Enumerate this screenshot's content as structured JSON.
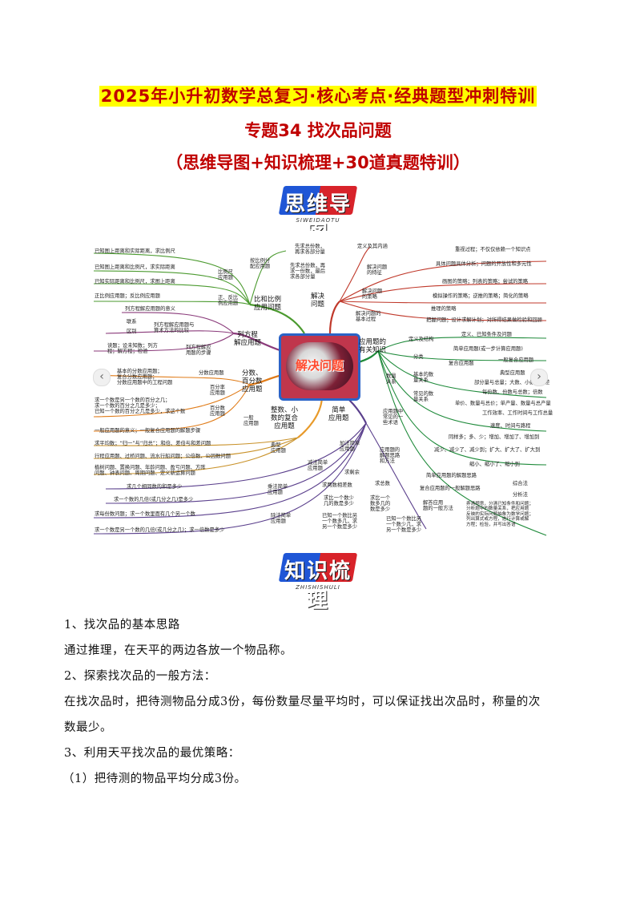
{
  "header": {
    "title": "2025年小升初数学总复习·核心考点·经典题型冲刺特训",
    "subtitle": "专题34 找次品问题",
    "subtitle2": "（思维导图+知识梳理+30道真题特训）"
  },
  "badges": {
    "mindmap": {
      "text": "思维导图",
      "sub": "SIWEIDAOTU"
    },
    "knowledge": {
      "text": "知识梳理",
      "sub": "ZHISHISHULI"
    }
  },
  "mindmap": {
    "center": "解决问题",
    "prev_icon": "‹",
    "next_icon": "›",
    "nodes": {
      "bili": "比和比例\n应用问题",
      "fangcheng": "列方程\n解应用题",
      "fenshu": "分数、\n百分数\n应用题",
      "zhengshu": "整数、小\n数的复合\n应用题",
      "jiandan": "简单\n应用题",
      "jiejue": "解决\n问题",
      "youguan": "应用题的\n有关知识",
      "anbili": "按比例分\n配应用题",
      "bilichi": "比例尺\n应用题",
      "zhengfan": "正、反比\n例应用题",
      "fenshuyy": "分数应用题",
      "baifenlv": "百分率\n应用题",
      "baifenshu": "百分数\n应用题",
      "yiban": "一般\n应用题",
      "dianxing": "典型\n应用题",
      "chengfa": "乘法简单\n应用题",
      "chufa": "除法简单\n应用题",
      "jianfa": "减法简单\n应用题",
      "jiafa": "加法简单\n应用题",
      "tezheng": "解决问题\n的特征",
      "celue": "解决问题\n的策略",
      "guocheng": "解决问题的\n基本过程",
      "fenlei": "分类",
      "shuliang": "数量\n关系",
      "shuyu": "应用题中\n常见的一\n些术语",
      "silu": "应用题的\n解题思路\n和方法"
    },
    "labels": {
      "l1": "已知图上距离和实际距离，求比例尺",
      "l2": "已知图上距离和比例尺，求实际距离",
      "l3": "已知实际距离和比例尺，求图上距离",
      "l4": "正比例应用题；反比例应用题",
      "l5": "列方程解应用题的意义",
      "l6": "联系",
      "l7": "区别",
      "l8": "列方程解应用题与\n算术方法的比较",
      "l9": "读题；设未知数；列方\n程；解方程；检验",
      "l10": "列方程解应\n用题的步骤",
      "l11": "基本的分数应用题；\n复合分数应用题；\n分数应用题中的工程问题",
      "l12": "求一个数是另一个数的百分之几；\n求一个数的百分之几是多少；\n已知一个数的百分之几是多少，求这个数",
      "l13": "一般应用题的意义；一般复合应用题的解题步骤",
      "l14": "求平均数；“归一”与“归总”；和倍、差倍与和差问题",
      "l15": "行程应用题、过桥问题、流水行船问题；公倍数、公因数问题",
      "l16": "植树问题、置换问题、年龄问题、盈亏问题、方阵\n问题、钟表问题、周期问题、定义新运算问题",
      "l17": "求几个相同数的和是多少",
      "l18": "求一个数的几倍(或几分之几)是多少",
      "l19": "求每份数问题；求一个数里面有几个另一个数",
      "l20": "求一个数是另一个数的几倍(或几分之几)；求一倍数是多少",
      "l21": "先求总份数，\n再求各部分量",
      "l22": "先求总份数，再\n求一份数，最后\n求各部分量",
      "l23": "定义及其内涵",
      "l24": "重视过程；不仅仅依赖一个知识点",
      "l25": "具体问题具体分析；问题的开放性和多元性",
      "l26": "画图的策略；列表的策略；尝试的策略",
      "l27": "模拟操作的策略；逆推的策略；简化的策略",
      "l28": "推理的策略",
      "l29": "把握问题；设计求解计划；对所得结果做检验和回顾",
      "l30": "定义及结构",
      "l31": "定义、已知条件及问题",
      "l32": "简单应用题(或一步计算应用题)",
      "l33": "复合应用题",
      "l34": "一般复合应用题",
      "l35": "典型应用题",
      "l36": "基本的数\n量关系",
      "l37": "部分量与总量；大数、小数与相差",
      "l38": "每份数、份数与总数；倍数",
      "l39": "常见的数\n量关系",
      "l40": "单价、数量与总价；单产量、数量与总产量",
      "l41": "工作效率、工作时间与工作总量",
      "l42": "速度、时间与路程",
      "l43": "同样多；多、少；增加、增加了、增加到",
      "l44": "减少、减少了、减少到；扩大、扩大了、扩大到",
      "l45": "缩小、缩小了、缩小到",
      "l46": "简单应用题的解题思路",
      "l47": "复合应用题的一般解题思路",
      "l48": "综合法",
      "l49": "分析法",
      "l50": "解答应用\n题的一般方法",
      "l51": "弄清题意，分清已知条件和问题；\n分析题中的数量关系，把应用题\n反映的实际问题抽象为数学问题；\n列出算式或方程，进行计算或解\n方程；检验，并写出答语",
      "l52": "求总数",
      "l53": "求剩余",
      "l54": "求两数相差数",
      "l55": "求比一个数少\n几的数是多少",
      "l56": "已知一个数比另\n一个数多几，求\n另一个数是多少",
      "l57": "求比一个\n数多几的\n数是多少",
      "l58": "已知一个数比另\n一个数少几，求\n另一个数是多少"
    }
  },
  "content": {
    "s1_title": "1、找次品的基本思路",
    "s1_body": "通过推理，在天平的两边各放一个物品称。",
    "s2_title": "2、探索找次品的一般方法：",
    "s2_body_1": "在找次品时，把待测物品分成3份，每份数量尽量平均时，可以保证找出次品时，称量的次",
    "s2_body_2": "数最少。",
    "s3_title": "3、利用天平找次品的最优策略：",
    "s3_item1": "（1）把待测的物品平均分成3份。"
  }
}
